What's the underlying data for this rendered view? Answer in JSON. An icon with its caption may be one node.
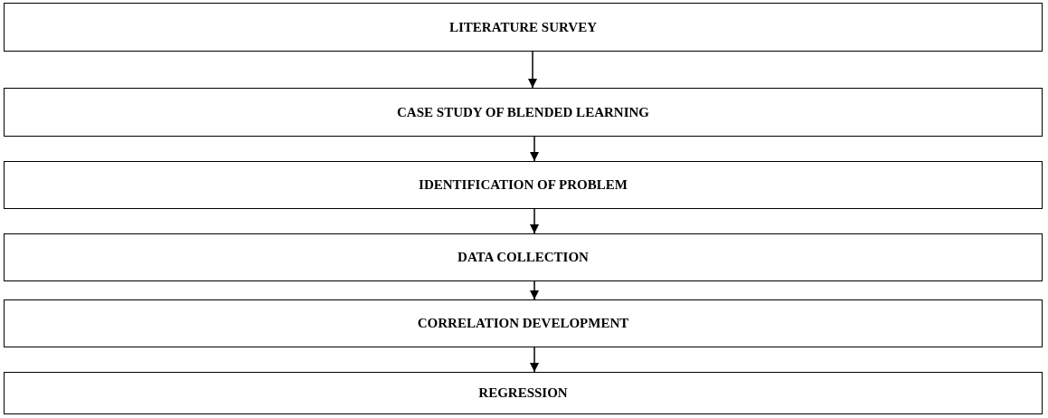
{
  "diagram": {
    "nodes": [
      {
        "text": [
          "LITERATURE SURVEY"
        ]
      },
      {
        "text": [
          "CASE STUDY OF BLENDED LEARNING"
        ]
      },
      {
        "text": [
          "IDENTIFICATION OF PROBLEM"
        ]
      },
      {
        "text": [
          "DATA COLLECTION"
        ]
      },
      {
        "text": [
          "CORRELATION DEVELOPMENT"
        ]
      },
      {
        "text": [
          "REGRESSION"
        ]
      }
    ],
    "edges": [
      {
        "from": 0,
        "to": 1,
        "arrow": "to"
      },
      {
        "from": 1,
        "to": 2,
        "arrow": "to"
      },
      {
        "from": 2,
        "to": 3,
        "arrow": "to"
      },
      {
        "from": 3,
        "to": 4,
        "arrow": "to"
      },
      {
        "from": 4,
        "to": 5,
        "arrow": "to"
      }
    ]
  }
}
